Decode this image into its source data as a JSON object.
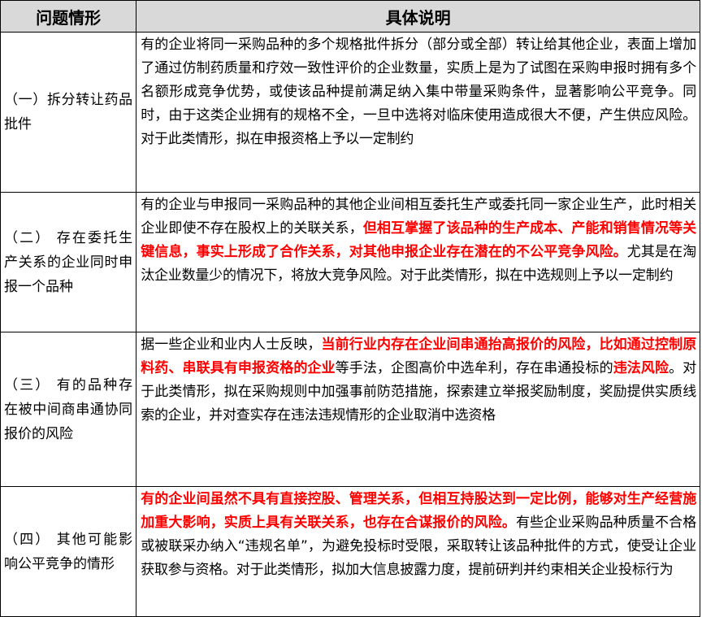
{
  "header": {
    "col1": "问题情形",
    "col2": "具体说明"
  },
  "rows": [
    {
      "category": "（一）拆分转让药品批件",
      "desc": [
        {
          "t": "有的企业将同一采购品种的多个规格批件拆分（部分或全部）转让给其他企业，表面上增加了通过仿制药质量和疗效一致性评价的企业数量，实质上是为了试图在采购申报时拥有多个名额形成竞争优势，或使该品种提前满足纳入集中带量采购条件，显著影响公平竞争。同时，由于这类企业拥有的规格不全，一旦中选将对临床使用造成很大不便，产生供应风险。对于此类情形，拟在申报资格上予以一定制约",
          "hl": false
        }
      ]
    },
    {
      "category": "（二） 存在委托生产关系的企业同时申报一个品种",
      "desc": [
        {
          "t": "有的企业与申报同一采购品种的其他企业间相互委托生产或委托同一家企业生产，此时相关企业即使不存在股权上的关联关系，",
          "hl": false
        },
        {
          "t": "但相互掌握了该品种的生产成本、产能和销售情况等关键信息，事实上形成了合作关系，对其他申报企业存在潜在的不公平竞争风险。",
          "hl": true
        },
        {
          "t": "尤其是在淘汰企业数量少的情况下，将放大竞争风险。对于此类情形，拟在中选规则上予以一定制约",
          "hl": false
        }
      ]
    },
    {
      "category": "（三） 有的品种存在被中间商串通协同报价的风险",
      "desc": [
        {
          "t": "据一些企业和业内人士反映，",
          "hl": false
        },
        {
          "t": "当前行业内存在企业间串通抬高报价的风险，比如通过控制原料药、串联具有申报资格的企业",
          "hl": true
        },
        {
          "t": "等手法，企图高价中选牟利，存在串通投标的",
          "hl": false
        },
        {
          "t": "违法风险",
          "hl": true
        },
        {
          "t": "。对于此类情形，拟在采购规则中加强事前防范措施，探索建立举报奖励制度，奖励提供实质线索的企业，并对查实存在违法违规情形的企业取消中选资格",
          "hl": false
        }
      ]
    },
    {
      "category": "（四） 其他可能影响公平竞争的情形",
      "desc": [
        {
          "t": "有的企业间虽然不具有直接控股、管理关系，但相互持股达到一定比例，能够对生产经营施加重大影响，实质上具有关联关系，也存在合谋报价的风险。",
          "hl": true
        },
        {
          "t": "有些企业采购品种质量不合格或被联采办纳入“违规名单”，为避免投标时受限，采取转让该品种批件的方式，使受让企业获取参与资格。对于此类情形，拟加大信息披露力度，提前研判并约束相关企业投标行为",
          "hl": false
        }
      ]
    }
  ],
  "colors": {
    "highlight": "#ff0000",
    "header_bg": "#d9d9d9",
    "border": "#000000"
  }
}
